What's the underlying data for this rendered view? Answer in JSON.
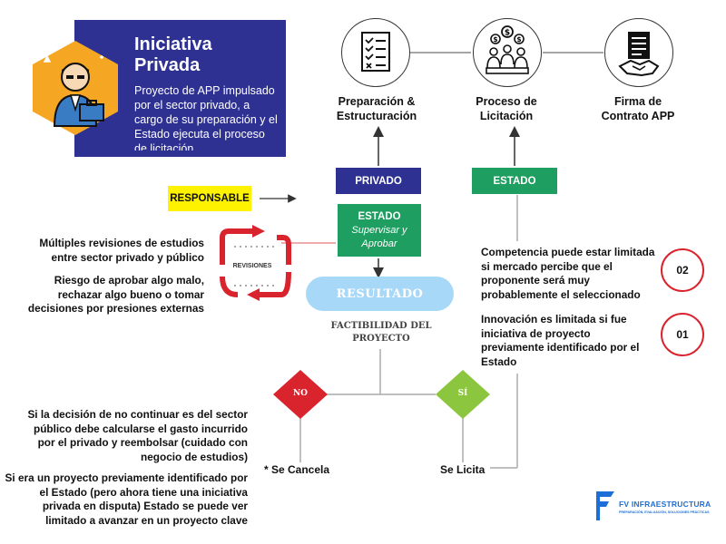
{
  "header": {
    "title": "Iniciativa\nPrivada",
    "description": "Proyecto de APP impulsado por el sector privado, a cargo de su preparación y el Estado ejecuta el proceso de licitación"
  },
  "steps": [
    {
      "label": "Preparación &\nEstructuración",
      "icon": "checklist-icon"
    },
    {
      "label": "Proceso de\nLicitación",
      "icon": "bidding-people-icon"
    },
    {
      "label": "Firma de\nContrato APP",
      "icon": "contract-handshake-icon"
    }
  ],
  "boxes": {
    "privado": "PRIVADO",
    "estado_top": "ESTADO",
    "estado_sup_title": "ESTADO",
    "estado_sup_sub": "Supervisar y Aprobar",
    "responsable": "RESPONSABLE"
  },
  "resultado": "RESULTADO",
  "factibilidad": "FACTIBILIDAD DEL\nPROYECTO",
  "revisiones": "REVISIONES",
  "left_notes": {
    "multiples": "Múltiples revisiones de estudios entre sector privado y público",
    "riesgo": "Riesgo de aprobar algo malo, rechazar algo bueno o tomar decisiones por presiones externas",
    "si_decision": "Si la decisión de no continuar es del sector público debe calcularse el gasto incurrido por el privado y reembolsar (cuidado con negocio de estudios)",
    "si_era": "Si era un proyecto previamente identificado por el Estado (pero ahora tiene una iniciativa privada en disputa) Estado se puede ver limitado a avanzar en un proyecto clave"
  },
  "decision": {
    "no": "NO",
    "si": "SÍ",
    "cancela": "* Se Cancela",
    "licita": "Se Licita"
  },
  "right_notes": {
    "competencia": "Competencia puede estar limitada si mercado percibe que el proponente será muy probablemente el seleccionado",
    "innovacion": "Innovación es limitada si fue iniciativa de proyecto previamente identificado por el Estado"
  },
  "numbers": {
    "n02": "02",
    "n01": "01"
  },
  "logo": {
    "name": "FV INFRAESTRUCTURA",
    "tagline": "PREPARACIÓN, EVALUACIÓN, SOLUCIONES PRÁCTICAS"
  },
  "colors": {
    "navy": "#2e3192",
    "green": "#1e9e60",
    "yellow": "#fff200",
    "light_blue": "#a8d8f8",
    "red": "#d9232d",
    "orange": "#f5a623",
    "lime": "#8cc63f"
  }
}
